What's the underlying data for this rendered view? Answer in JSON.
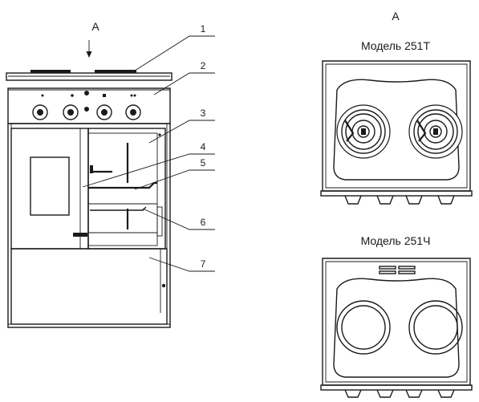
{
  "diagram": {
    "view_mark": "А",
    "side_view_mark": "А",
    "model_top": "Модель 251Т",
    "model_bottom": "Модель 251Ч",
    "callouts": [
      "1",
      "2",
      "3",
      "4",
      "5",
      "6",
      "7"
    ]
  }
}
